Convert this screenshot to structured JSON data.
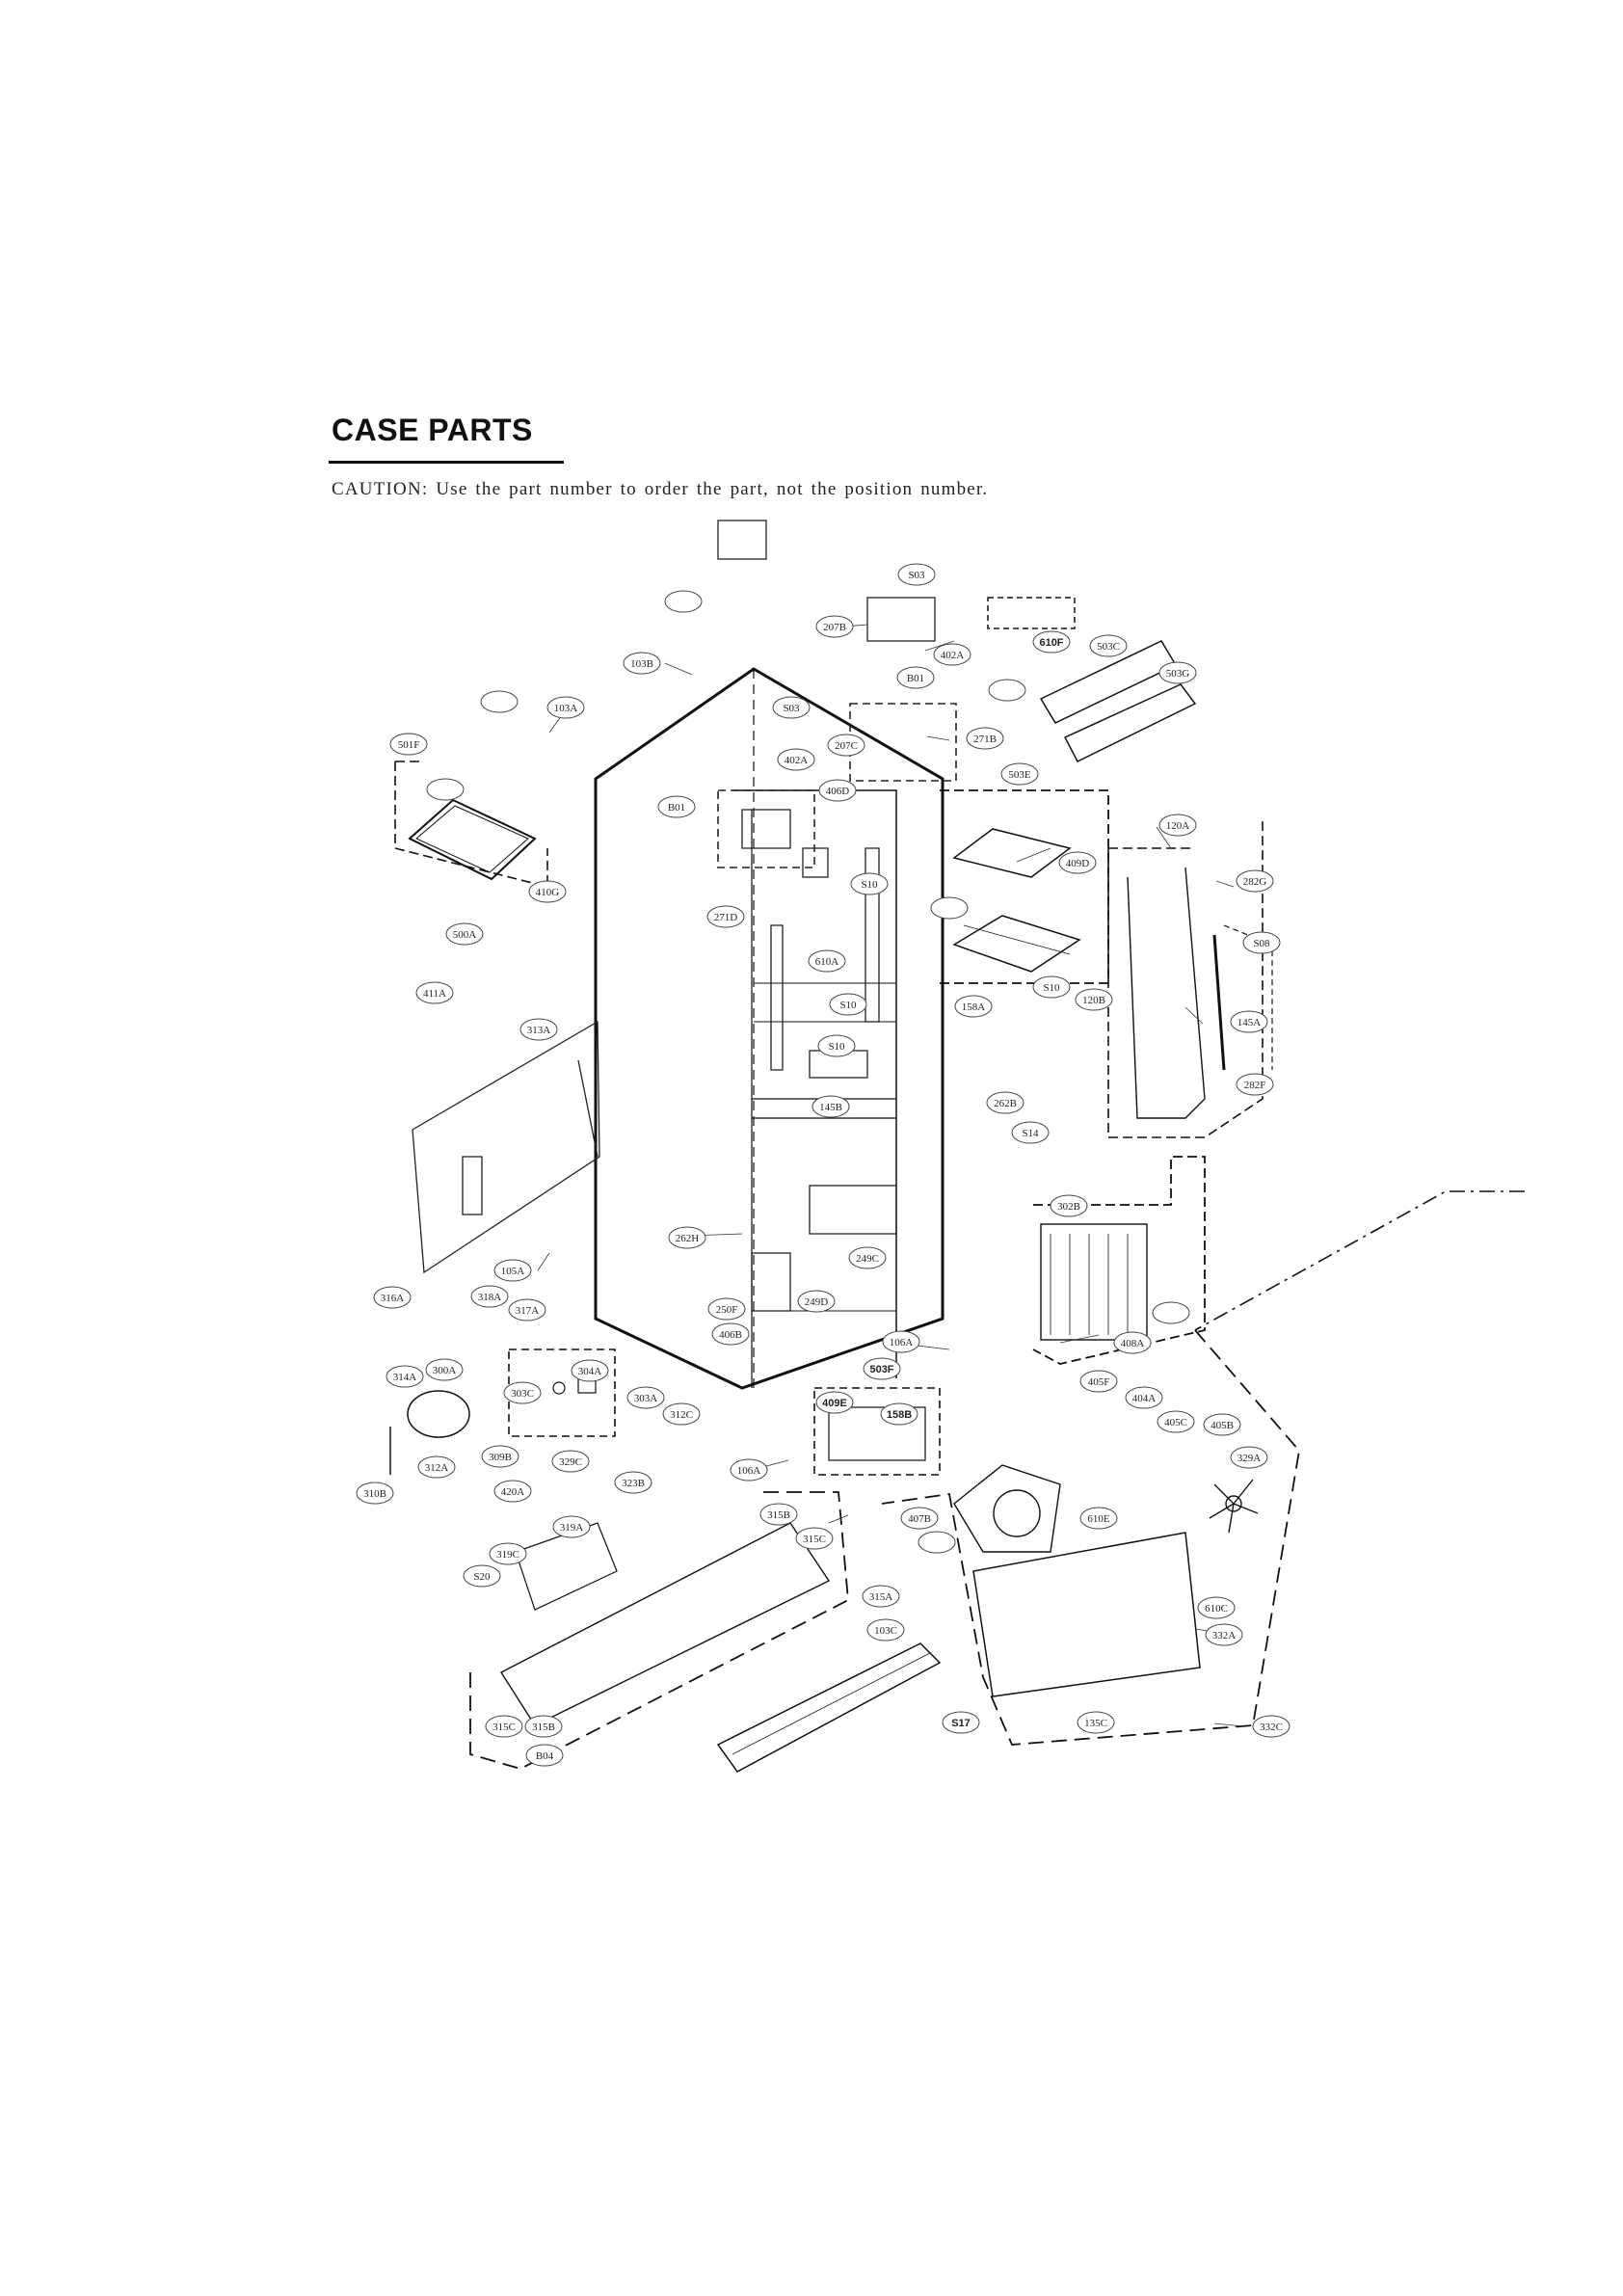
{
  "header": {
    "title": "CASE PARTS",
    "caution": "CAUTION: Use the part number to order the part, not the position number."
  },
  "parts": [
    {
      "label": ""
    },
    {
      "label": "103B"
    },
    {
      "label": "S03"
    },
    {
      "label": "207B"
    },
    {
      "label": "402A"
    },
    {
      "label": "610F"
    },
    {
      "label": "503C"
    },
    {
      "label": "503G"
    },
    {
      "label": "B01"
    },
    {
      "label": ""
    },
    {
      "label": ""
    },
    {
      "label": "103A"
    },
    {
      "label": "S03"
    },
    {
      "label": "271B"
    },
    {
      "label": "501F"
    },
    {
      "label": ""
    },
    {
      "label": "402A"
    },
    {
      "label": "207C"
    },
    {
      "label": "406D"
    },
    {
      "label": "503E"
    },
    {
      "label": "B01"
    },
    {
      "label": "120A"
    },
    {
      "label": "409D"
    },
    {
      "label": "282G"
    },
    {
      "label": "410G"
    },
    {
      "label": "S10"
    },
    {
      "label": ""
    },
    {
      "label": "271D"
    },
    {
      "label": "500A"
    },
    {
      "label": "S08"
    },
    {
      "label": "610A"
    },
    {
      "label": "411A"
    },
    {
      "label": "S10"
    },
    {
      "label": "158A"
    },
    {
      "label": "120B"
    },
    {
      "label": "S10"
    },
    {
      "label": "145A"
    },
    {
      "label": "313A"
    },
    {
      "label": "S10"
    },
    {
      "label": "282F"
    },
    {
      "label": "145B"
    },
    {
      "label": "262B"
    },
    {
      "label": "S14"
    },
    {
      "label": "302B"
    },
    {
      "label": "262H"
    },
    {
      "label": "249C"
    },
    {
      "label": "105A"
    },
    {
      "label": "316A"
    },
    {
      "label": "318A"
    },
    {
      "label": "317A"
    },
    {
      "label": "250F"
    },
    {
      "label": "249D"
    },
    {
      "label": ""
    },
    {
      "label": "406B"
    },
    {
      "label": "408A"
    },
    {
      "label": "106A"
    },
    {
      "label": "304A"
    },
    {
      "label": "503F"
    },
    {
      "label": "314A"
    },
    {
      "label": "300A"
    },
    {
      "label": "405F"
    },
    {
      "label": "303C"
    },
    {
      "label": "303A"
    },
    {
      "label": "312C"
    },
    {
      "label": "409E"
    },
    {
      "label": "158B"
    },
    {
      "label": "404A"
    },
    {
      "label": "405C"
    },
    {
      "label": "405B"
    },
    {
      "label": "309B"
    },
    {
      "label": "329C"
    },
    {
      "label": "106A"
    },
    {
      "label": "329A"
    },
    {
      "label": "312A"
    },
    {
      "label": "323B"
    },
    {
      "label": "310B"
    },
    {
      "label": "420A"
    },
    {
      "label": "315B"
    },
    {
      "label": "407B"
    },
    {
      "label": "610E"
    },
    {
      "label": "319A"
    },
    {
      "label": "315C"
    },
    {
      "label": ""
    },
    {
      "label": "319C"
    },
    {
      "label": "S20"
    },
    {
      "label": "315A"
    },
    {
      "label": "610C"
    },
    {
      "label": "103C"
    },
    {
      "label": "332A"
    },
    {
      "label": "315C"
    },
    {
      "label": "315B"
    },
    {
      "label": "S17"
    },
    {
      "label": "135C"
    },
    {
      "label": "332C"
    },
    {
      "label": "B04"
    }
  ]
}
